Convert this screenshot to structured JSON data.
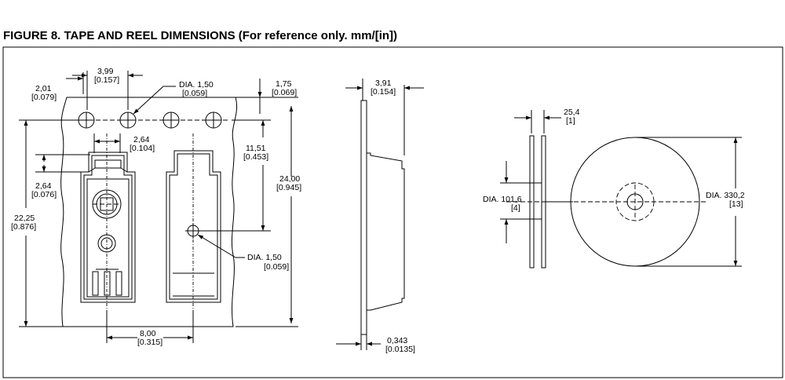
{
  "title": "FIGURE 8. TAPE AND REEL DIMENSIONS (For reference only. mm/[in])",
  "tape": {
    "dims": {
      "d201": [
        "2,01",
        "[0.079]"
      ],
      "d399": [
        "3,99",
        "[0.157]"
      ],
      "dia150_top": [
        "DIA. 1,50",
        "[0.059]"
      ],
      "d175": [
        "1,75",
        "[0.069]"
      ],
      "d264_w": [
        "2,64",
        "[0.104]"
      ],
      "d1151": [
        "11,51",
        "[0.453]"
      ],
      "d264_h": [
        "2,64",
        "[0.076]"
      ],
      "d2400": [
        "24,00",
        "[0.945]"
      ],
      "d2225": [
        "22,25",
        "[0.876]"
      ],
      "dia150_bottom": [
        "DIA.  1,50",
        "[0.059]"
      ],
      "d800": [
        "8,00",
        "[0.315]"
      ]
    }
  },
  "side": {
    "dims": {
      "d391": [
        "3,91",
        "[0.154]"
      ],
      "d0343": [
        "0,343",
        "[0.0135]"
      ]
    }
  },
  "reel": {
    "dims": {
      "d254": [
        "25,4",
        "[1]"
      ],
      "dia1016": [
        "DIA. 101,6",
        "[4]"
      ],
      "dia3302": [
        "DIA. 330,2",
        "[13]"
      ]
    }
  }
}
